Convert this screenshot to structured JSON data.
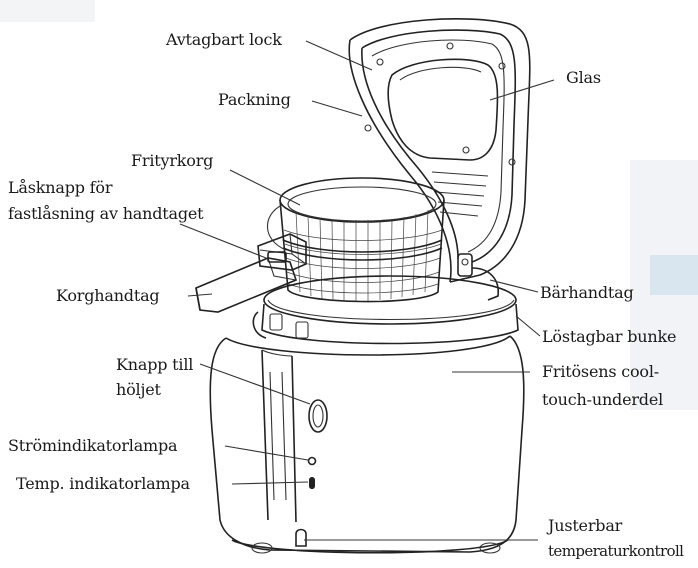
{
  "labels": {
    "lid": "Avtagbart lock",
    "gasket": "Packning",
    "glass": "Glas",
    "basket": "Frityrkorg",
    "lock_button_1": "Låsknapp för",
    "lock_button_2": "fastlåsning av handtaget",
    "basket_handle": "Korghandtag",
    "carry_handle": "Bärhandtag",
    "removable_bowl": "Löstagbar bunke",
    "cover_button_1": "Knapp till",
    "cover_button_2": "höljet",
    "cool_touch_1": "Fritösens cool-",
    "cool_touch_2": "touch-underdel",
    "power_lamp": "Strömindikatorlampa",
    "temp_lamp": "Temp. indikatorlampa",
    "temp_control_1": "Justerbar",
    "temp_control_2": "temperaturkontroll"
  }
}
